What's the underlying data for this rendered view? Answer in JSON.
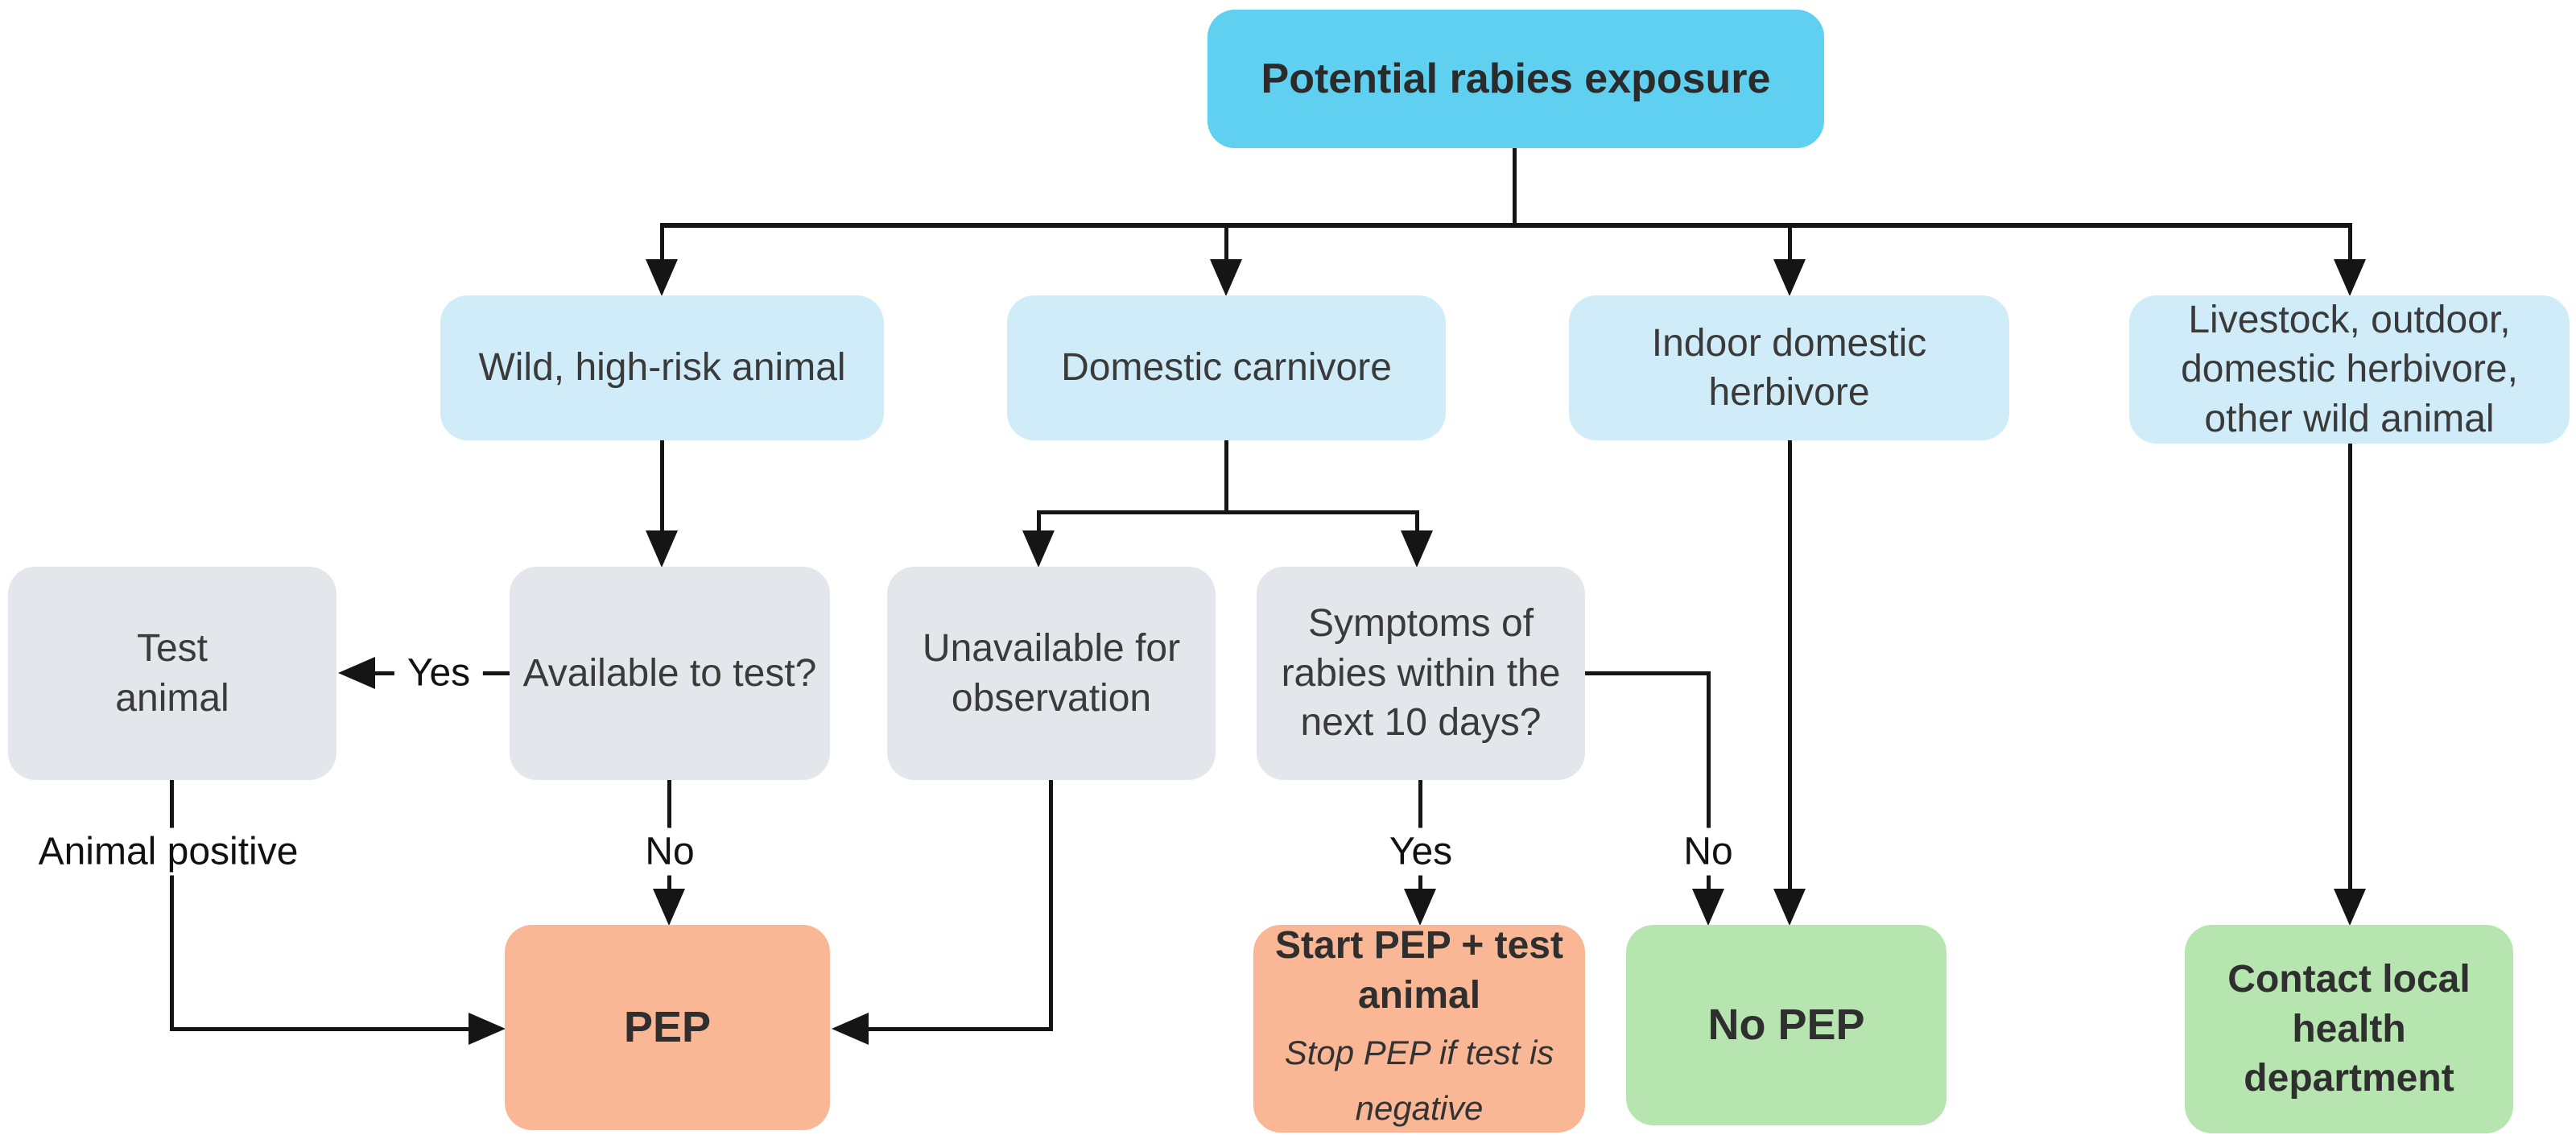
{
  "diagram": {
    "type": "flowchart",
    "topic": "Rabies post-exposure decision flowchart"
  },
  "nodes": {
    "root": {
      "label": "Potential rabies exposure"
    },
    "wild": {
      "label": "Wild, high-risk animal"
    },
    "domestic": {
      "label": "Domestic carnivore"
    },
    "indoor": {
      "label": "Indoor domestic\nherbivore"
    },
    "livestock": {
      "label": "Livestock, outdoor,\ndomestic herbivore,\nother wild animal"
    },
    "test_animal": {
      "label": "Test\nanimal"
    },
    "available": {
      "label": "Available to test?"
    },
    "unavailable": {
      "label": "Unavailable for\nobservation"
    },
    "symptoms": {
      "label": "Symptoms of\nrabies within the\nnext 10 days?"
    },
    "pep": {
      "label": "PEP"
    },
    "start_pep": {
      "label": "Start PEP + test\nanimal",
      "sublabel": "Stop PEP if test is\nnegative"
    },
    "no_pep": {
      "label": "No PEP"
    },
    "contact": {
      "label": "Contact local\nhealth\ndepartment"
    }
  },
  "edge_labels": {
    "available_yes": "Yes",
    "available_no": "No",
    "animal_positive": "Animal positive",
    "symptoms_yes": "Yes",
    "symptoms_no": "No"
  },
  "colors": {
    "root_fill": "#5fd0f0",
    "category_fill": "#d0ecf8",
    "question_fill": "#e3e6ea",
    "action_fill": "#f9b795",
    "outcome_fill": "#b6e5b0",
    "line": "#151515",
    "text": "#3a3a3a"
  }
}
